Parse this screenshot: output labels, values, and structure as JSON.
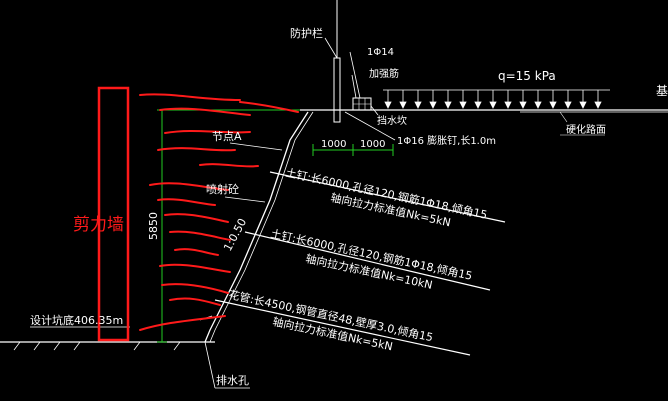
{
  "labels": {
    "guardrail": "防护栏",
    "top_bar": "1Φ14",
    "reinforce_bar": "加强筋",
    "load": "q=15 kPa",
    "water_stop": "挡水坎",
    "anchor_nail": "1Φ16 膨胀钉,长1.0m",
    "hard_road": "硬化路面",
    "node": "节点A",
    "shotcrete": "喷射砼",
    "dim_left": "1000",
    "dim_right": "1000",
    "nail1_spec": "土钉:长6000,孔径120,钢筋1Φ18,倾角15",
    "nail1_force": "轴向拉力标准值Nk=5kN",
    "nail2_spec": "土钉:长6000,孔径120,钢筋1Φ18,倾角15",
    "nail2_force": "轴向拉力标准值Nk=10kN",
    "pipe_spec": "花管:长4500,钢管直径48,壁厚3.0,倾角15",
    "pipe_force": "轴向拉力标准值Nk=5kN",
    "slope_ratio": "1:0.50",
    "height": "5850",
    "design_base": "设计坑底406.35m",
    "drain": "排水孔",
    "shear_wall": "剪力墙",
    "edge_char": "基"
  },
  "colors": {
    "background": "#000000",
    "line": "#ffffff",
    "dimension": "#22cc22",
    "markup": "#ff1a1a"
  }
}
